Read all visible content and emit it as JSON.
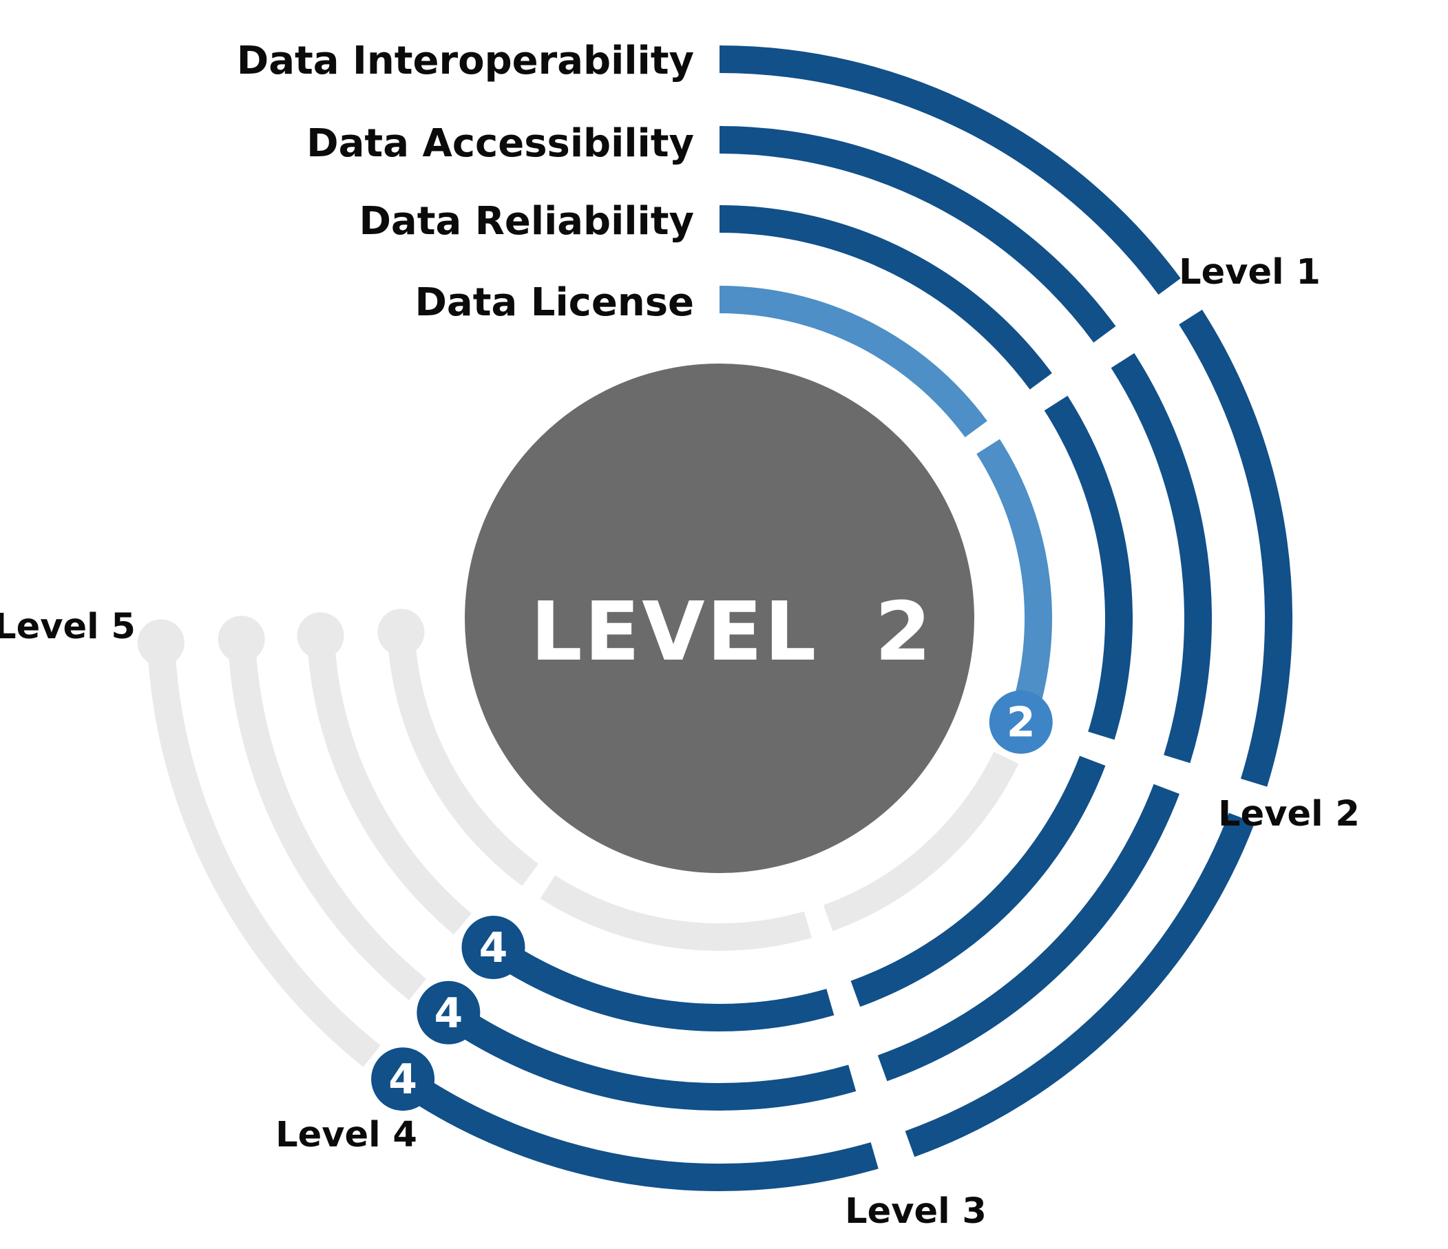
{
  "chart_data": {
    "type": "radial-progress",
    "description": "Data maturity rings: four data dimensions progressing clockwise through five levels",
    "center_label": "LEVEL 2",
    "max_level": 5,
    "level_labels": [
      "Level 1",
      "Level 2",
      "Level 3",
      "Level 4",
      "Level 5"
    ],
    "series": [
      {
        "name": "Data Interoperability",
        "value": 4,
        "badge": "4",
        "highlight": false
      },
      {
        "name": "Data Accessibility",
        "value": 4,
        "badge": "4",
        "highlight": false
      },
      {
        "name": "Data Reliability",
        "value": 4,
        "badge": "4",
        "highlight": false
      },
      {
        "name": "Data License",
        "value": 2,
        "badge": "2",
        "highlight": true
      }
    ],
    "colors": {
      "achieved_primary": "#115089",
      "achieved_highlight": "#4D8FC6",
      "badge_primary": "#115089",
      "badge_highlight": "#3D85C6",
      "remaining": "#E9E9E9",
      "hub": "#6B6B6B",
      "hub_text": "#FFFFFF",
      "badge_text": "#FFFFFF",
      "label_text": "#0B0B0B"
    }
  }
}
